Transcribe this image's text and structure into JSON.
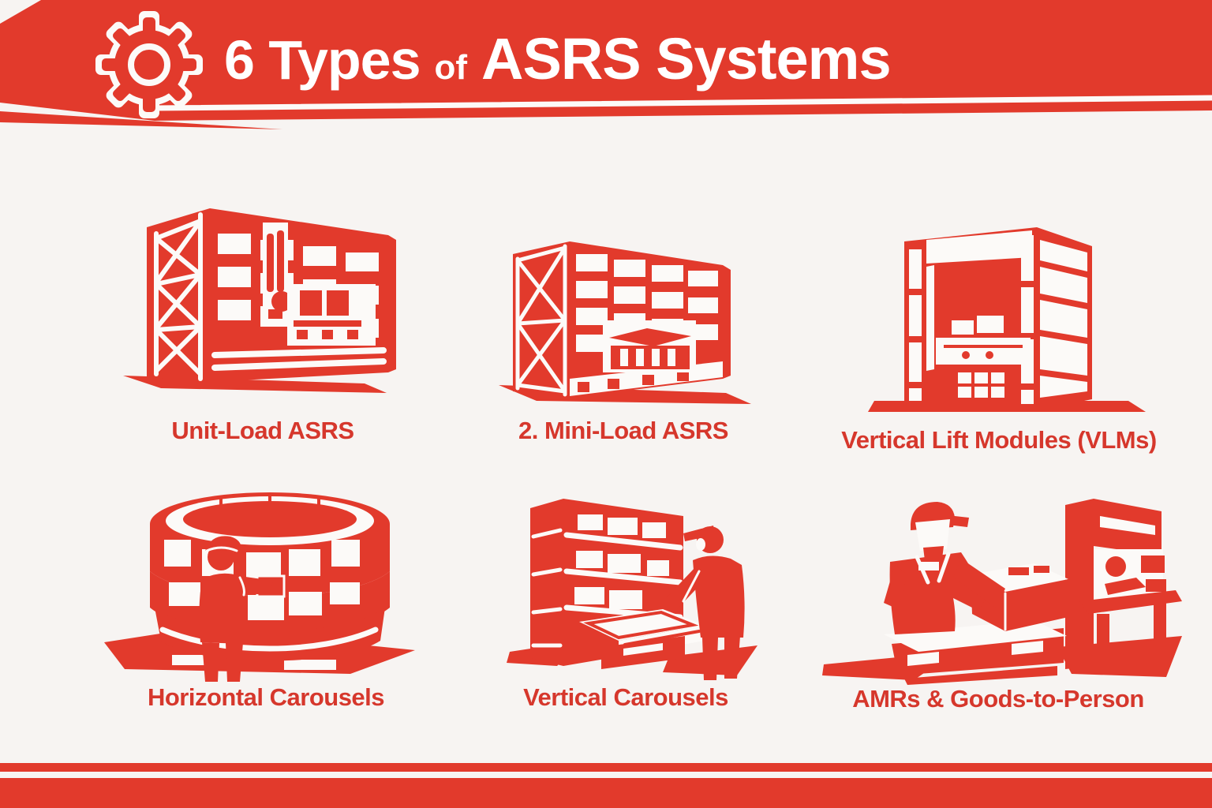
{
  "colors": {
    "accent_red": "#e23a2c",
    "label_red": "#d6372c",
    "background": "#f7f4f2",
    "text_on_banner": "#ffffff"
  },
  "header": {
    "icon": "gear-icon",
    "title_part1": "6 Types",
    "title_part2": "of",
    "title_part3": "ASRS Systems",
    "title_full": "6 Types of ASRS Systems"
  },
  "grid": {
    "items": [
      {
        "label": "Unit-Load ASRS",
        "illustration": "unit-load-asrs-rack-building-with-stacker-crane-and-pallet"
      },
      {
        "label": "2. Mini-Load ASRS",
        "illustration": "mini-load-asrs-rack-building-with-tote-shuttle"
      },
      {
        "label": "Vertical Lift Modules (VLMs)",
        "illustration": "vertical-lift-module-machine-with-tray-console"
      },
      {
        "label": "Horizontal Carousels",
        "illustration": "horizontal-carousel-ring-with-operator"
      },
      {
        "label": "Vertical Carousels",
        "illustration": "vertical-carousel-shelving-with-operator"
      },
      {
        "label": "AMRs & Goods-to-Person",
        "illustration": "amr-robot-with-worker-and-goods-to-person-station"
      }
    ]
  }
}
